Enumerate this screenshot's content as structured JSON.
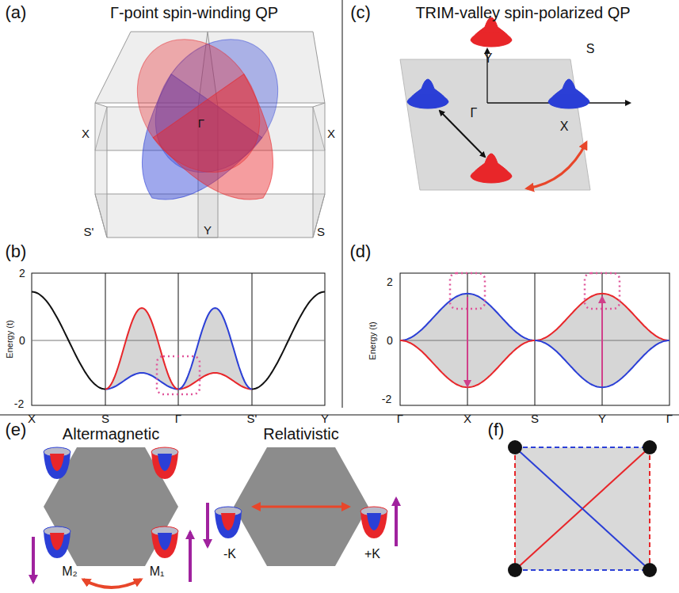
{
  "diagram": {
    "labels": [
      "(a)",
      "Γ-point spin-winding QP",
      "X",
      "Γ",
      "X",
      "S'",
      "Y",
      "S",
      "(b)",
      "2",
      "0",
      "-2",
      "Energy (t)",
      "X",
      "S",
      "Γ",
      "S'",
      "Y",
      "(c)",
      "TRIM-valley spin-polarized QP",
      "S",
      "Y",
      "Γ",
      "X",
      "(d)",
      "2",
      "0",
      "-2",
      "Energy (t)",
      "Γ",
      "X",
      "S",
      "Y",
      "Γ",
      "(e)",
      "Altermagnetic",
      "Relativistic",
      "M₂",
      "M₁",
      "-K",
      "+K",
      "(f)"
    ]
  }
}
